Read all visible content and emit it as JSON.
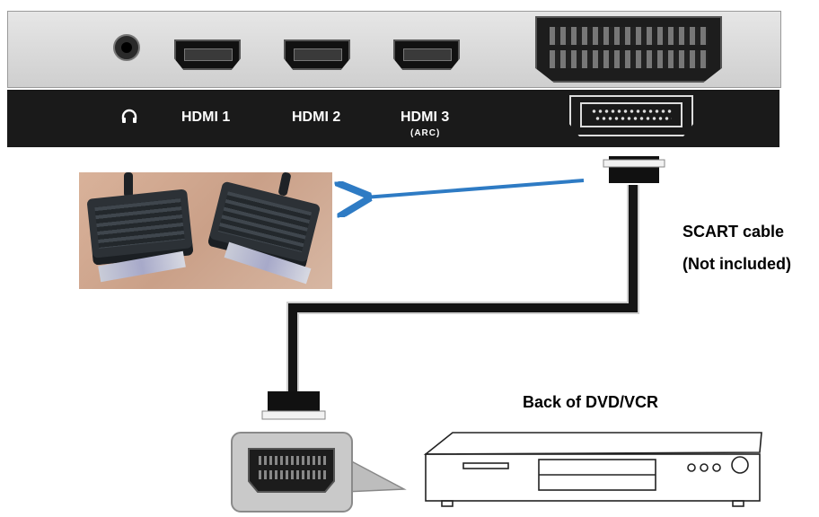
{
  "tv_panel": {
    "ports": [
      {
        "name": "headphone",
        "icon": "headphone-icon",
        "label": "🎧"
      },
      {
        "name": "hdmi-1",
        "label": "HDMI 1"
      },
      {
        "name": "hdmi-2",
        "label": "HDMI 2"
      },
      {
        "name": "hdmi-3",
        "label": "HDMI 3",
        "sublabel": "(ARC)"
      },
      {
        "name": "scart",
        "icon": "scart-icon"
      }
    ]
  },
  "cable": {
    "caption_line1": "SCART cable",
    "caption_line2": "(Not included)",
    "color": "#111111"
  },
  "device": {
    "caption": "Back of DVD/VCR"
  },
  "colors": {
    "arrow": "#2e7bc4",
    "strip": "#1a1a1a",
    "panel": "#d9d9d9"
  }
}
